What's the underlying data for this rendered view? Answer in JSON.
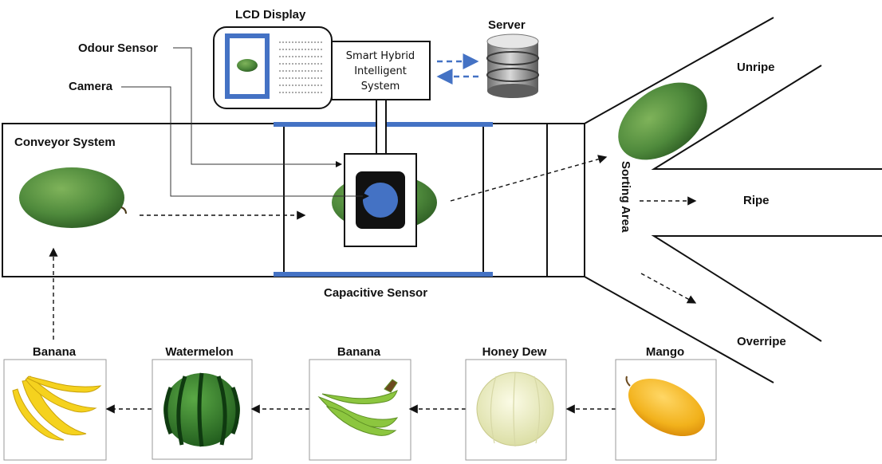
{
  "labels": {
    "lcd_display": "LCD Display",
    "server": "Server",
    "odour_sensor": "Odour Sensor",
    "camera": "Camera",
    "conveyor_system": "Conveyor System",
    "capacitive_sensor": "Capacitive Sensor",
    "sorting_area": "Sorting Area"
  },
  "system_box": {
    "lines": [
      "Smart Hybrid",
      "Intelligent",
      "System"
    ]
  },
  "sorting_outputs": [
    "Unripe",
    "Ripe",
    "Overripe"
  ],
  "fruit_queue": [
    "Banana",
    "Watermelon",
    "Banana",
    "Honey Dew",
    "Mango"
  ],
  "colors": {
    "accent_blue": "#4472c4",
    "mango_green": "#4f8a3c",
    "mango_yellow": "#f2b21c",
    "banana_yellow": "#f5d21e",
    "banana_green": "#8cc63f",
    "melon_pale": "#eef0c8",
    "watermelon": "#2f7a2a"
  }
}
